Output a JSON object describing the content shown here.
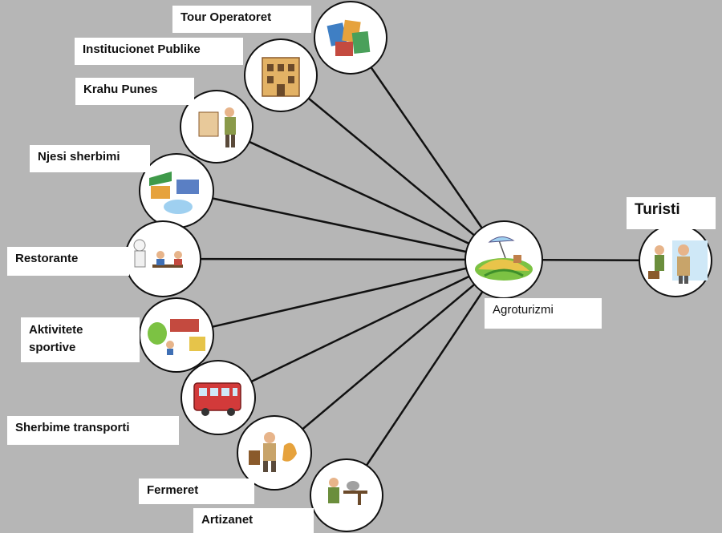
{
  "hub": {
    "label": "Agroturizmi",
    "icon": "landscape-icon"
  },
  "target": {
    "label": "Turisti",
    "icon": "tourist-icon"
  },
  "stakeholders": [
    {
      "label": "Tour Operatoret",
      "icon": "brochures-icon"
    },
    {
      "label": "Institucionet Publike",
      "icon": "building-icon"
    },
    {
      "label": "Krahu Punes",
      "icon": "worker-icon"
    },
    {
      "label": "Njesi sherbimi",
      "icon": "shop-icon"
    },
    {
      "label": "Restorante",
      "icon": "restaurant-icon"
    },
    {
      "label": "Aktivitete\nsportive",
      "icon": "sports-icon"
    },
    {
      "label": "Sherbime transporti",
      "icon": "bus-icon"
    },
    {
      "label": "Fermeret",
      "icon": "farmer-icon"
    },
    {
      "label": "Artizanet",
      "icon": "artisan-icon"
    }
  ],
  "colors": {
    "background": "#b6b6b6",
    "line": "#111111",
    "node_fill": "#ffffff",
    "label_bg": "#ffffff"
  }
}
